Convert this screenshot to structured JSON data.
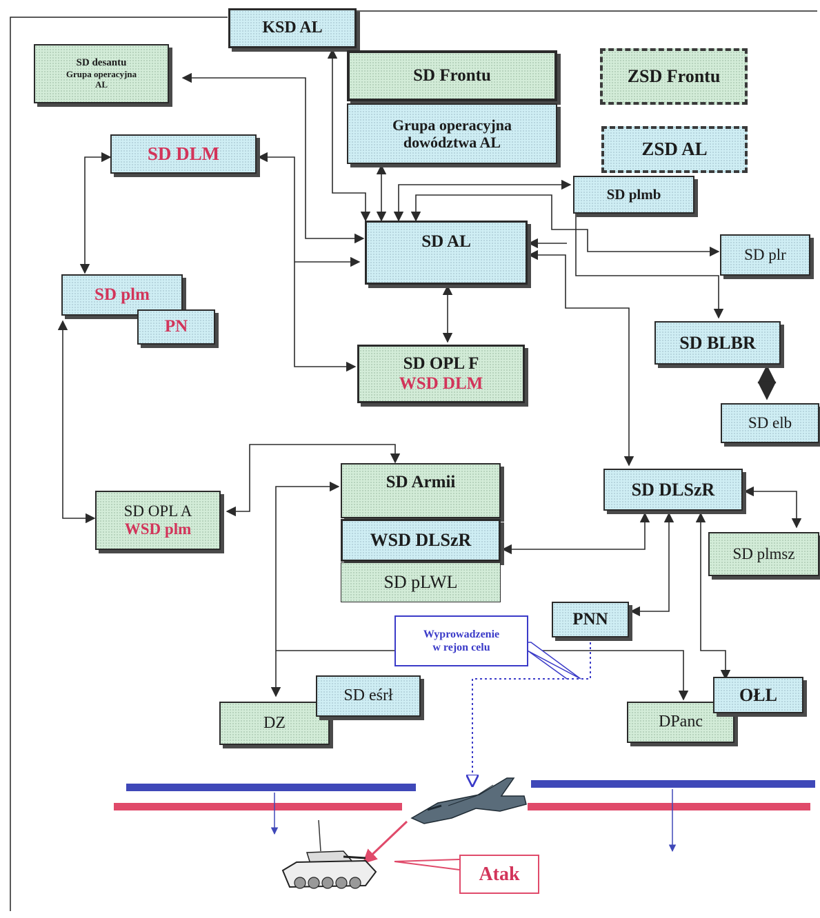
{
  "boxes": {
    "ksd_al": "KSD AL",
    "sd_desantu": [
      "SD desantu",
      "Grupa operacyjna",
      "AL"
    ],
    "sd_frontu": "SD Frontu",
    "zsd_frontu": "ZSD Frontu",
    "grupa_dowodztwa": [
      "Grupa operacyjna",
      "dowództwa AL"
    ],
    "zsd_al": "ZSD AL",
    "sd_dlm": "SD DLM",
    "sd_plmb": "SD plmb",
    "sd_al": "SD AL",
    "sd_plr": "SD plr",
    "sd_plm": "SD plm",
    "pn": "PN",
    "sd_blbr": "SD BLBR",
    "sd_opl_f": [
      "SD OPL F",
      "WSD DLM"
    ],
    "sd_elb": "SD elb",
    "sd_dlszr": "SD DLSzR",
    "sd_opl_a": [
      "SD OPL A",
      "WSD plm"
    ],
    "sd_armii": "SD Armii",
    "wsd_dlszr": "WSD DLSzR",
    "sd_plwl": "SD pLWL",
    "sd_plmsz": "SD plmsz",
    "pnn": "PNN",
    "sd_esrl": "SD eśrł",
    "dz": "DZ",
    "oll": "OŁL",
    "dpanc": "DPanc"
  },
  "callouts": {
    "wyprowadzenie": [
      "Wyprowadzenie",
      "w rejon celu"
    ],
    "atak": "Atak"
  },
  "colors": {
    "blue_fill": "#cfeef4",
    "green_fill": "#d3ecd8",
    "red_text": "#d2345a",
    "front_blue": "#3f48b8",
    "front_red": "#e04a6a",
    "callout_blue": "#3a3ac8"
  },
  "icons": [
    "fighter-jet-icon",
    "tank-icon"
  ]
}
